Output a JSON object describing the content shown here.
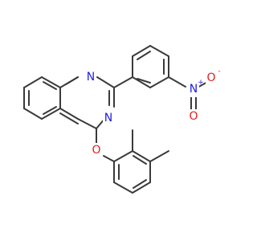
{
  "molecule": {
    "atoms": {
      "n1": {
        "label": "N",
        "charge": "",
        "color": "#1f1fe0"
      },
      "n3": {
        "label": "N",
        "charge": "",
        "color": "#1f1fe0"
      },
      "o_ether": {
        "label": "O",
        "charge": "",
        "color": "#e01f1f"
      },
      "n_nitro": {
        "label": "N",
        "charge": "+",
        "color": "#1f1fe0"
      },
      "o_nitro_single": {
        "label": "O",
        "charge": "-",
        "color": "#e01f1f"
      },
      "o_nitro_double": {
        "label": "O",
        "charge": "",
        "color": "#e01f1f"
      }
    },
    "bond_color": "#3a3a3a"
  }
}
